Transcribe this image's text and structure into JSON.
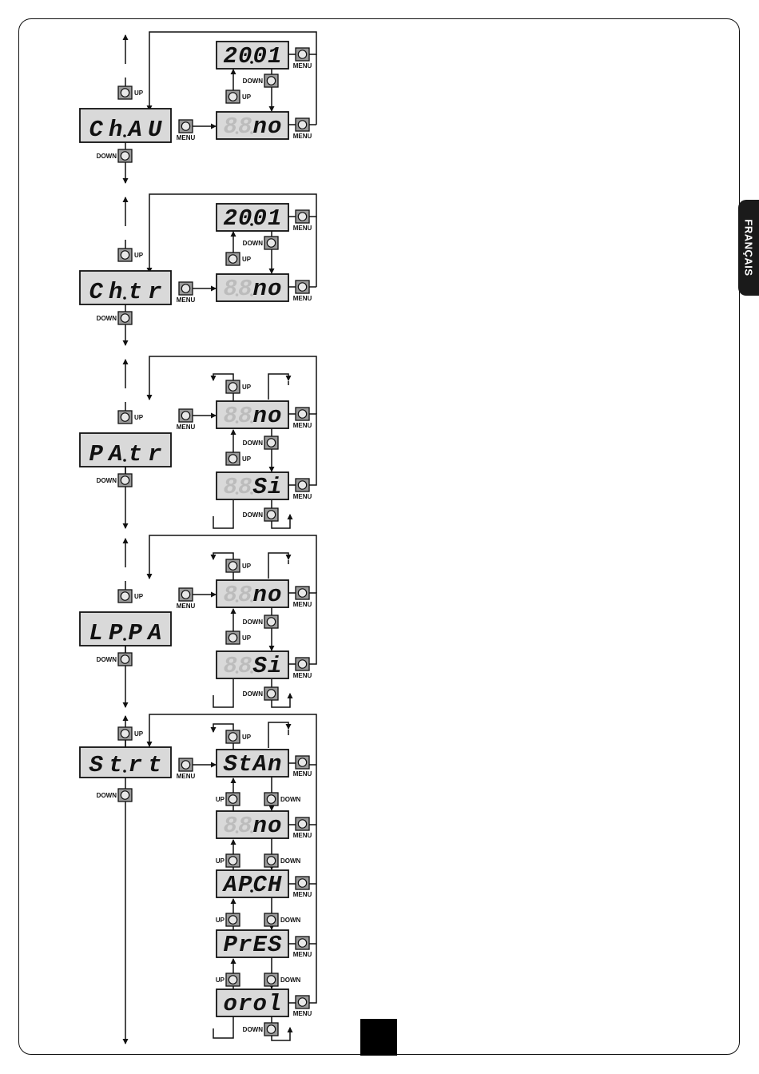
{
  "language_tab": "FRANÇAIS",
  "labels": {
    "up": "UP",
    "down": "DOWN",
    "menu": "MENU"
  },
  "sections": [
    {
      "main": "Ch.AU",
      "options": [
        "20.01",
        "no"
      ]
    },
    {
      "main": "Ch.tr",
      "options": [
        "20.01",
        "no"
      ]
    },
    {
      "main": "PA.tr",
      "options": [
        "no",
        "Si"
      ]
    },
    {
      "main": "LP.PA",
      "options": [
        "no",
        "Si"
      ]
    },
    {
      "main": "St.rt",
      "options": [
        "StAn",
        "no",
        "AP.CH",
        "PrES",
        "orol"
      ]
    }
  ],
  "colors": {
    "display_bg": "#d9d9d9",
    "button_bg": "#9a9a9a",
    "line": "#111111"
  }
}
